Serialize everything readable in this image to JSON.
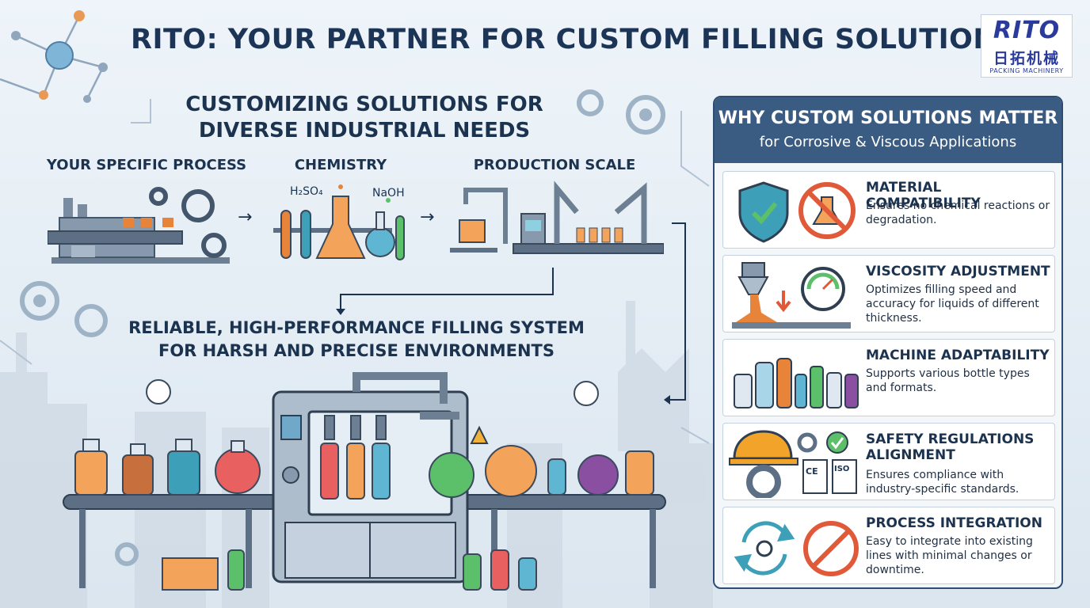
{
  "title": "RITO: YOUR PARTNER FOR CUSTOM FILLING SOLUTIONS",
  "logo": {
    "brand": "RITO",
    "chinese": "日拓机械",
    "tagline": "PACKING MACHINERY"
  },
  "section": {
    "heading_line1": "CUSTOMIZING SOLUTIONS FOR",
    "heading_line2": "DIVERSE INDUSTRIAL NEEDS"
  },
  "steps": [
    {
      "label": "YOUR SPECIFIC PROCESS"
    },
    {
      "label": "CHEMISTRY",
      "formula_1": "H₂SO₄",
      "formula_2": "NaOH"
    },
    {
      "label": "PRODUCTION SCALE"
    }
  ],
  "system": {
    "heading_line1": "RELIABLE, HIGH-PERFORMANCE FILLING SYSTEM",
    "heading_line2": "FOR HARSH AND PRECISE ENVIRONMENTS"
  },
  "panel": {
    "title": "WHY CUSTOM SOLUTIONS MATTER",
    "subtitle": "for Corrosive & Viscous Applications",
    "items": [
      {
        "title": "MATERIAL COMPATIBILITY",
        "desc": "Ensures no chemical reactions or degradation."
      },
      {
        "title": "VISCOSITY ADJUSTMENT",
        "desc": "Optimizes filling speed and accuracy for liquids of different thickness."
      },
      {
        "title": "MACHINE ADAPTABILITY",
        "desc": "Supports various bottle types and formats."
      },
      {
        "title": "SAFETY REGULATIONS ALIGNMENT",
        "desc": "Ensures compliance with industry-specific standards."
      },
      {
        "title": "PROCESS INTEGRATION",
        "desc": "Easy to integrate into existing lines with minimal changes or downtime."
      }
    ],
    "badges": {
      "ce": "CE",
      "iso": "ISO"
    }
  },
  "colors": {
    "navy": "#1c3350",
    "panel_header": "#3a5b82",
    "orange": "#e8843a",
    "teal": "#3d9fb8",
    "green": "#4caf50",
    "red": "#e05a3a",
    "purple": "#8a4fa0"
  },
  "icons": [
    "molecule-icon",
    "gear-icon",
    "factory-icon",
    "flask-icon",
    "robot-arm-icon",
    "shield-check-icon",
    "no-reaction-icon",
    "funnel-icon",
    "gauge-icon",
    "bottle-icon",
    "hard-hat-icon",
    "ce-certificate-icon",
    "iso-certificate-icon",
    "cycle-icon",
    "prohibited-icon",
    "warning-icon"
  ]
}
